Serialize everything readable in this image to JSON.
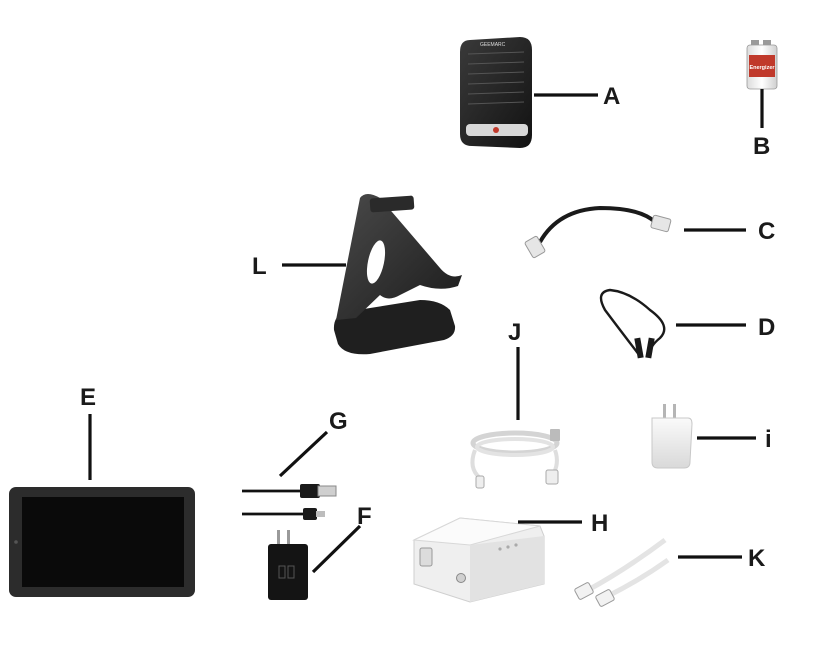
{
  "labels": {
    "a": "A",
    "b": "B",
    "c": "C",
    "d": "D",
    "e": "E",
    "f": "F",
    "g": "G",
    "h": "H",
    "i": "i",
    "j": "J",
    "k": "K",
    "l": "L"
  },
  "items": {
    "battery_brand": "Energizer",
    "device_a_brand": "GEEMARC"
  },
  "colors": {
    "label": "#1a1a1a",
    "leader": "#111111",
    "dark_device": "#2b2b2b",
    "white_device": "#f1f1f1"
  }
}
